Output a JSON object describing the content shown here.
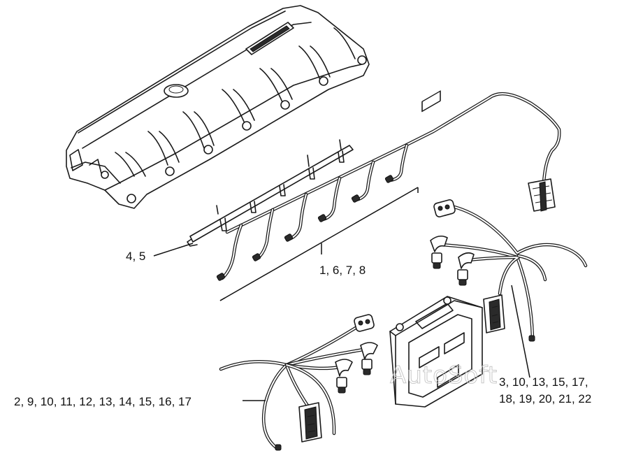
{
  "callouts": {
    "cover_rail": "4, 5",
    "injector_harness": "1, 6, 7, 8",
    "right_harness_line1": "3, 10, 13, 15, 17,",
    "right_harness_line2": "18, 19, 20, 21, 22",
    "left_harness": "2, 9, 10, 11, 12, 13, 14, 15, 16, 17"
  },
  "watermark": "AutoSoft"
}
